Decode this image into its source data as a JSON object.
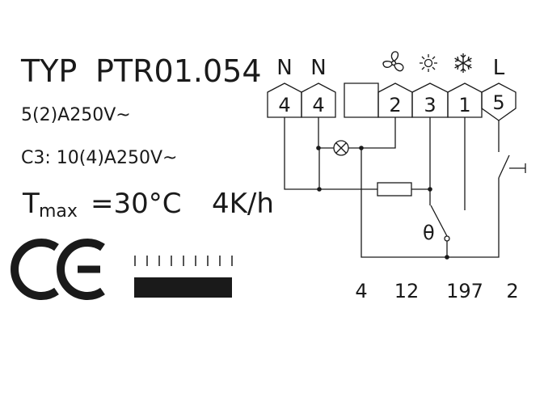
{
  "label": {
    "type_prefix": "TYP",
    "model": "PTR01.054",
    "rating_main": "5(2)A250V~",
    "rating_c3": "C3: 10(4)A250V~",
    "tmax_t": "T",
    "tmax_sub": "max",
    "tmax_value": "=30°C",
    "differential": "4K/h",
    "ce_mark": "CE"
  },
  "terminals": {
    "top_labels": [
      "N",
      "N",
      "L"
    ],
    "symbols": [
      "fan-icon",
      "sun-icon",
      "snowflake-icon"
    ],
    "numbers": [
      "4",
      "4",
      "2",
      "3",
      "1",
      "5"
    ]
  },
  "circuit": {
    "theta": "θ"
  },
  "code": {
    "digits": [
      "4",
      "12",
      "197",
      "2"
    ]
  },
  "colors": {
    "ink": "#1a1a1a",
    "background": "#ffffff"
  }
}
